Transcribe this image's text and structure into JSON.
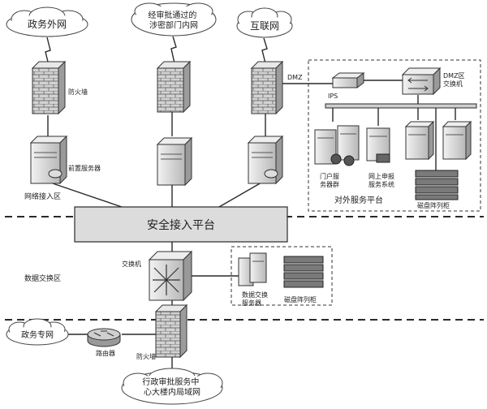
{
  "clouds": {
    "gov_extranet": "政务外网",
    "classified_intranet": "经审批通过的\n涉密部门内网",
    "internet": "互联网",
    "gov_private": "政务专网",
    "admin_building_lan": "行政审批服务中\n心大楼内局域网"
  },
  "labels": {
    "firewall_left": "防火墙",
    "front_server": "前置服务器",
    "dmz": "DMZ",
    "ips": "IPS",
    "dmz_switch": "DMZ区\n交换机",
    "portal_servers": "门户服\n务器群",
    "online_report": "网上申报\n服务系统",
    "disk_array_top": "磁盘阵列柜",
    "external_platform": "对外服务平台",
    "network_access_zone": "网络接入区",
    "secure_access_platform": "安全接入平台",
    "switch": "交换机",
    "data_exchange_zone": "数据交换区",
    "data_exchange_server": "数据交换\n服务器",
    "disk_array_mid": "磁盘阵列柜",
    "router": "路由器",
    "firewall_bottom": "防火墙"
  },
  "colors": {
    "line": "#2a2a2a",
    "platform_fill": "#dcdcdc",
    "device_fill": "#cfcfcf",
    "device_dark": "#8c8c8c"
  }
}
